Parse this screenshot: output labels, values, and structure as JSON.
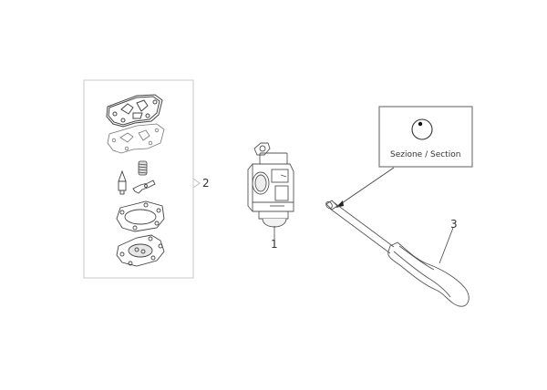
{
  "diagram": {
    "type": "exploded-parts-diagram",
    "parts": [
      {
        "ref": "1",
        "name": "carburetor"
      },
      {
        "ref": "2",
        "name": "carburetor gasket / diaphragm kit"
      },
      {
        "ref": "3",
        "name": "adjustment screwdriver"
      }
    ],
    "callouts": {
      "part_1": "1",
      "part_2": "2",
      "part_3": "3"
    },
    "section_box": {
      "label": "Sezione / Section",
      "icon": "section-profile-circle-icon"
    },
    "colors": {
      "line": "#444444",
      "light_line": "#9a9a9a",
      "box_border": "#c8c8c8",
      "background": "#ffffff"
    }
  }
}
